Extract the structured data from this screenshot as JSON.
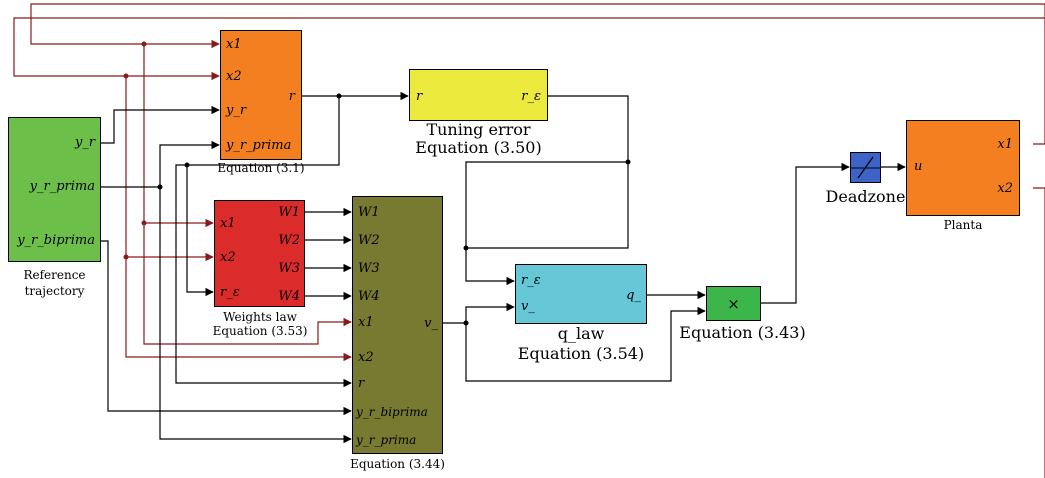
{
  "colors": {
    "signal_wire": "#8b1a1a",
    "black_wire": "#000000",
    "reference": "#6cc04a",
    "equation_3_1": "#f47f20",
    "tuning_error": "#ecea3c",
    "weights_law": "#dc2b2b",
    "equation_3_44": "#777a30",
    "q_law": "#66c7d6",
    "product": "#3cb54a",
    "deadzone": "#3d63c8",
    "planta": "#f47f20"
  },
  "blocks": {
    "reference": {
      "caption": [
        "Reference",
        "trajectory"
      ],
      "ports_out": [
        "y_r",
        "y_r_prima",
        "y_r_biprima"
      ]
    },
    "eq31": {
      "caption": "Equation (3.1)",
      "ports_in": [
        "x1",
        "x2",
        "y_r",
        "y_r_prima"
      ],
      "port_out": "r"
    },
    "tuning": {
      "caption": [
        "Tuning error",
        "Equation (3.50)"
      ],
      "port_in": "r",
      "port_out": "r_ε"
    },
    "weights": {
      "caption": [
        "Weights law",
        "Equation (3.53)"
      ],
      "ports_in": [
        "x1",
        "x2",
        "r_ε"
      ],
      "ports_out": [
        "W1",
        "W2",
        "W3",
        "W4"
      ]
    },
    "eq344": {
      "caption": "Equation (3.44)",
      "ports_in": [
        "W1",
        "W2",
        "W3",
        "W4",
        "x1",
        "x2",
        "r",
        "y_r_biprima",
        "y_r_prima"
      ],
      "port_out": "v_"
    },
    "qlaw": {
      "caption": [
        "q_law",
        "Equation (3.54)"
      ],
      "ports_in": [
        "r_ε",
        "v_"
      ],
      "port_out": "q_"
    },
    "product": {
      "symbol": "×",
      "caption": "Equation (3.43)"
    },
    "deadzone": {
      "caption": "Deadzone"
    },
    "planta": {
      "caption": "Planta",
      "port_in": "u",
      "ports_out": [
        "x1",
        "x2"
      ]
    }
  }
}
